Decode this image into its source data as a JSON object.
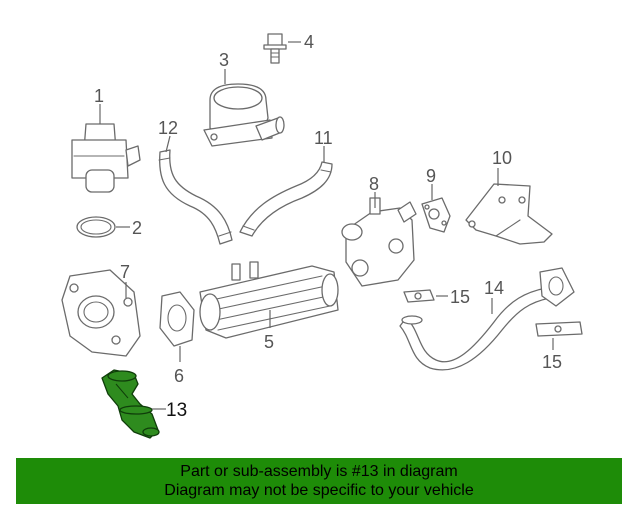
{
  "callouts": {
    "c1": "1",
    "c2": "2",
    "c3": "3",
    "c4": "4",
    "c5": "5",
    "c6": "6",
    "c7": "7",
    "c8": "8",
    "c9": "9",
    "c10": "10",
    "c11": "11",
    "c12": "12",
    "c13": "13",
    "c14": "14",
    "c15a": "15",
    "c15b": "15"
  },
  "highlighted_part": "13",
  "colors": {
    "highlight": "#2e8b1e",
    "banner": "#1e8c08",
    "line_art": "#6b6b6b"
  },
  "banner": {
    "line1": "Part or sub-assembly is #13 in diagram",
    "line2": "Diagram may not be specific to your vehicle"
  }
}
